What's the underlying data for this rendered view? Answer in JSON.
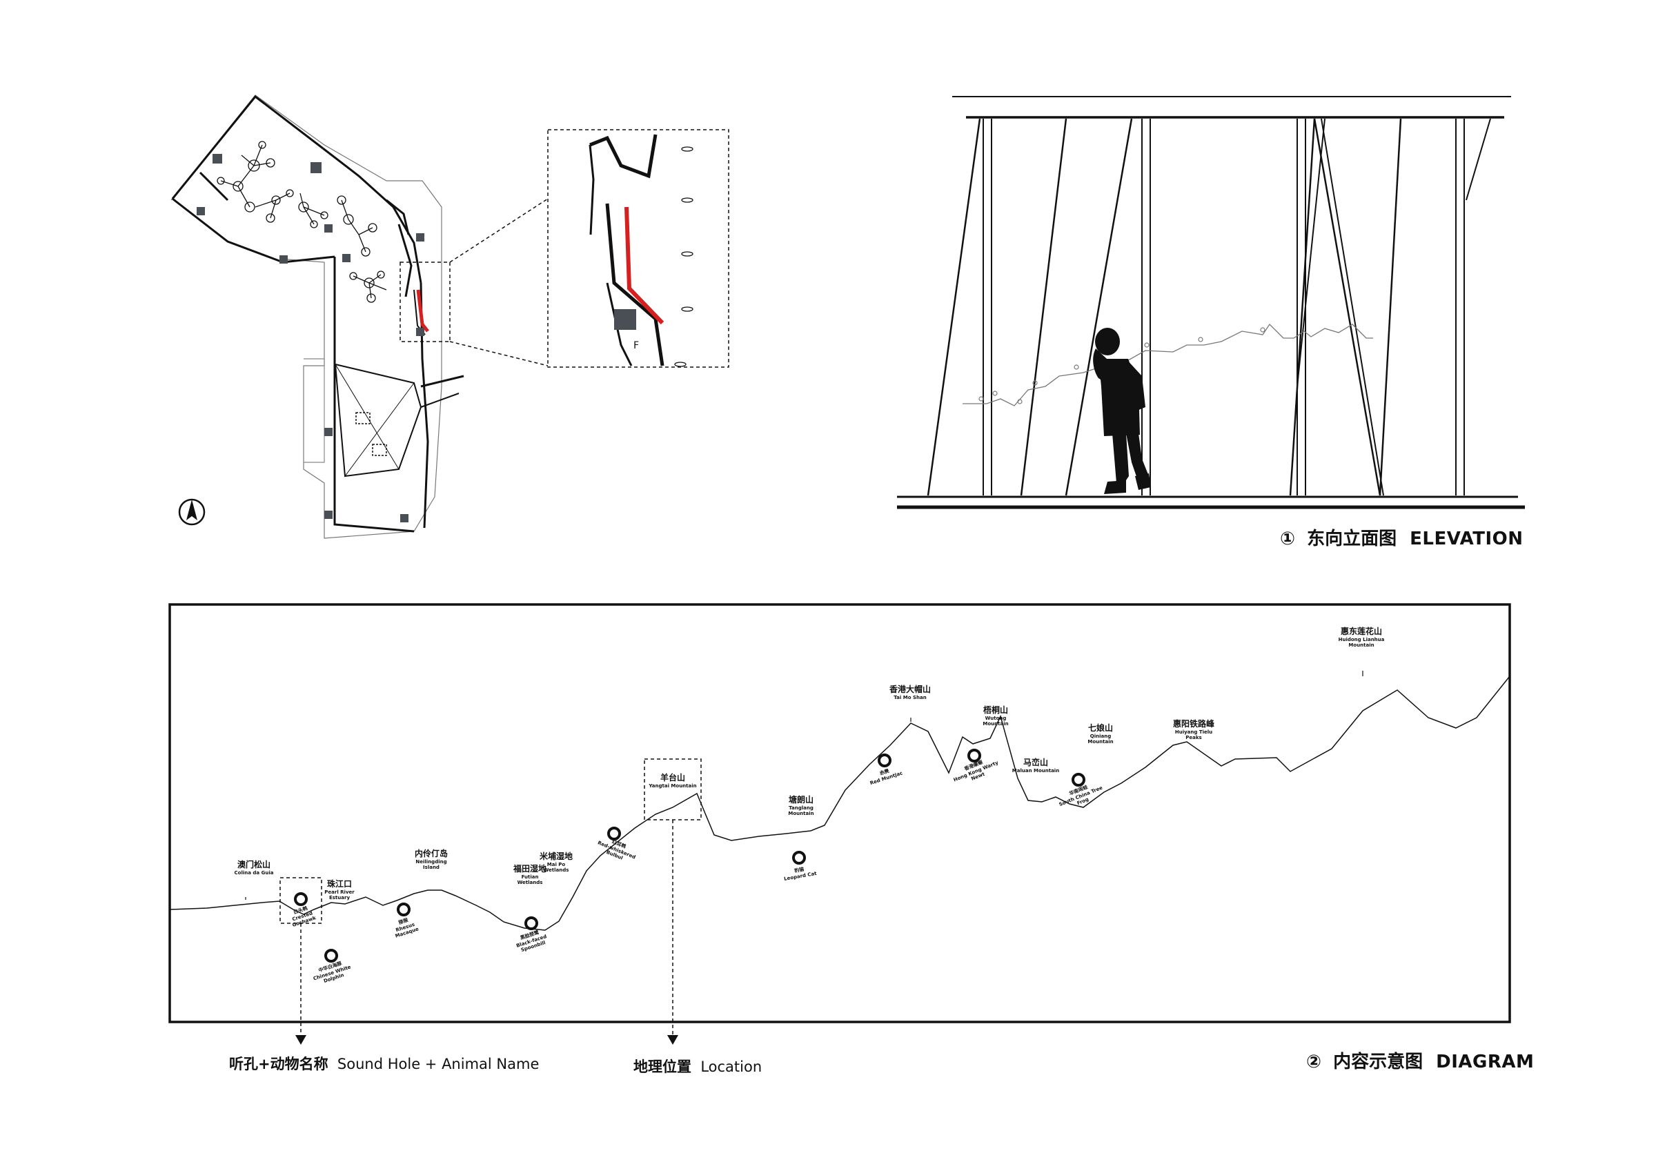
{
  "elevation_caption": {
    "number": "①",
    "zh": "东向立面图",
    "en": "ELEVATION"
  },
  "diagram_caption": {
    "number": "②",
    "zh": "内容示意图",
    "en": "DIAGRAM"
  },
  "legend": {
    "sound_hole_zh": "听孔+动物名称",
    "sound_hole_en": "Sound Hole + Animal Name",
    "location_zh": "地理位置",
    "location_en": "Location"
  },
  "locations": [
    {
      "zh": "澳门松山",
      "en": "Colina da Guia"
    },
    {
      "zh": "珠江口",
      "en": "Pearl River Estuary"
    },
    {
      "zh": "内伶仃岛",
      "en": "Neilingding Island"
    },
    {
      "zh": "福田湿地",
      "en": "Futian Wetlands"
    },
    {
      "zh": "米埔湿地",
      "en": "Mai Po Wetlands"
    },
    {
      "zh": "羊台山",
      "en": "Yangtai Mountain"
    },
    {
      "zh": "塘朗山",
      "en": "Tanglang Mountain"
    },
    {
      "zh": "香港大帽山",
      "en": "Tai Mo Shan"
    },
    {
      "zh": "梧桐山",
      "en": "Wutong Mountain"
    },
    {
      "zh": "马峦山",
      "en": "Maluan Mountain"
    },
    {
      "zh": "七娘山",
      "en": "Qiniang Mountain"
    },
    {
      "zh": "惠阳铁路峰",
      "en": "Huiyang Tielu Peaks"
    },
    {
      "zh": "惠东莲花山",
      "en": "Huidong Lianhua Mountain"
    }
  ],
  "animals": [
    {
      "zh": "白头鹎",
      "en": "Crested Goshawk"
    },
    {
      "zh": "中华白海豚",
      "en": "Chinese White Dolphin"
    },
    {
      "zh": "猕猴",
      "en": "Rhesus Macaque"
    },
    {
      "zh": "黑脸琵鹭",
      "en": "Black-faced Spoonbill"
    },
    {
      "zh": "红耳鹎",
      "en": "Red-whiskered Bulbul"
    },
    {
      "zh": "豹猫",
      "en": "Leopard Cat"
    },
    {
      "zh": "赤麂",
      "en": "Red Muntjac"
    },
    {
      "zh": "香港瘰螈",
      "en": "Hong Kong Warty Newt"
    },
    {
      "zh": "华南雨蛙",
      "en": "South China Tree Frog"
    }
  ],
  "north_arrow_icon": "north-arrow-icon",
  "colors": {
    "highlight_wall": "#d62020",
    "line": "#111111",
    "block": "#4a4f55"
  }
}
